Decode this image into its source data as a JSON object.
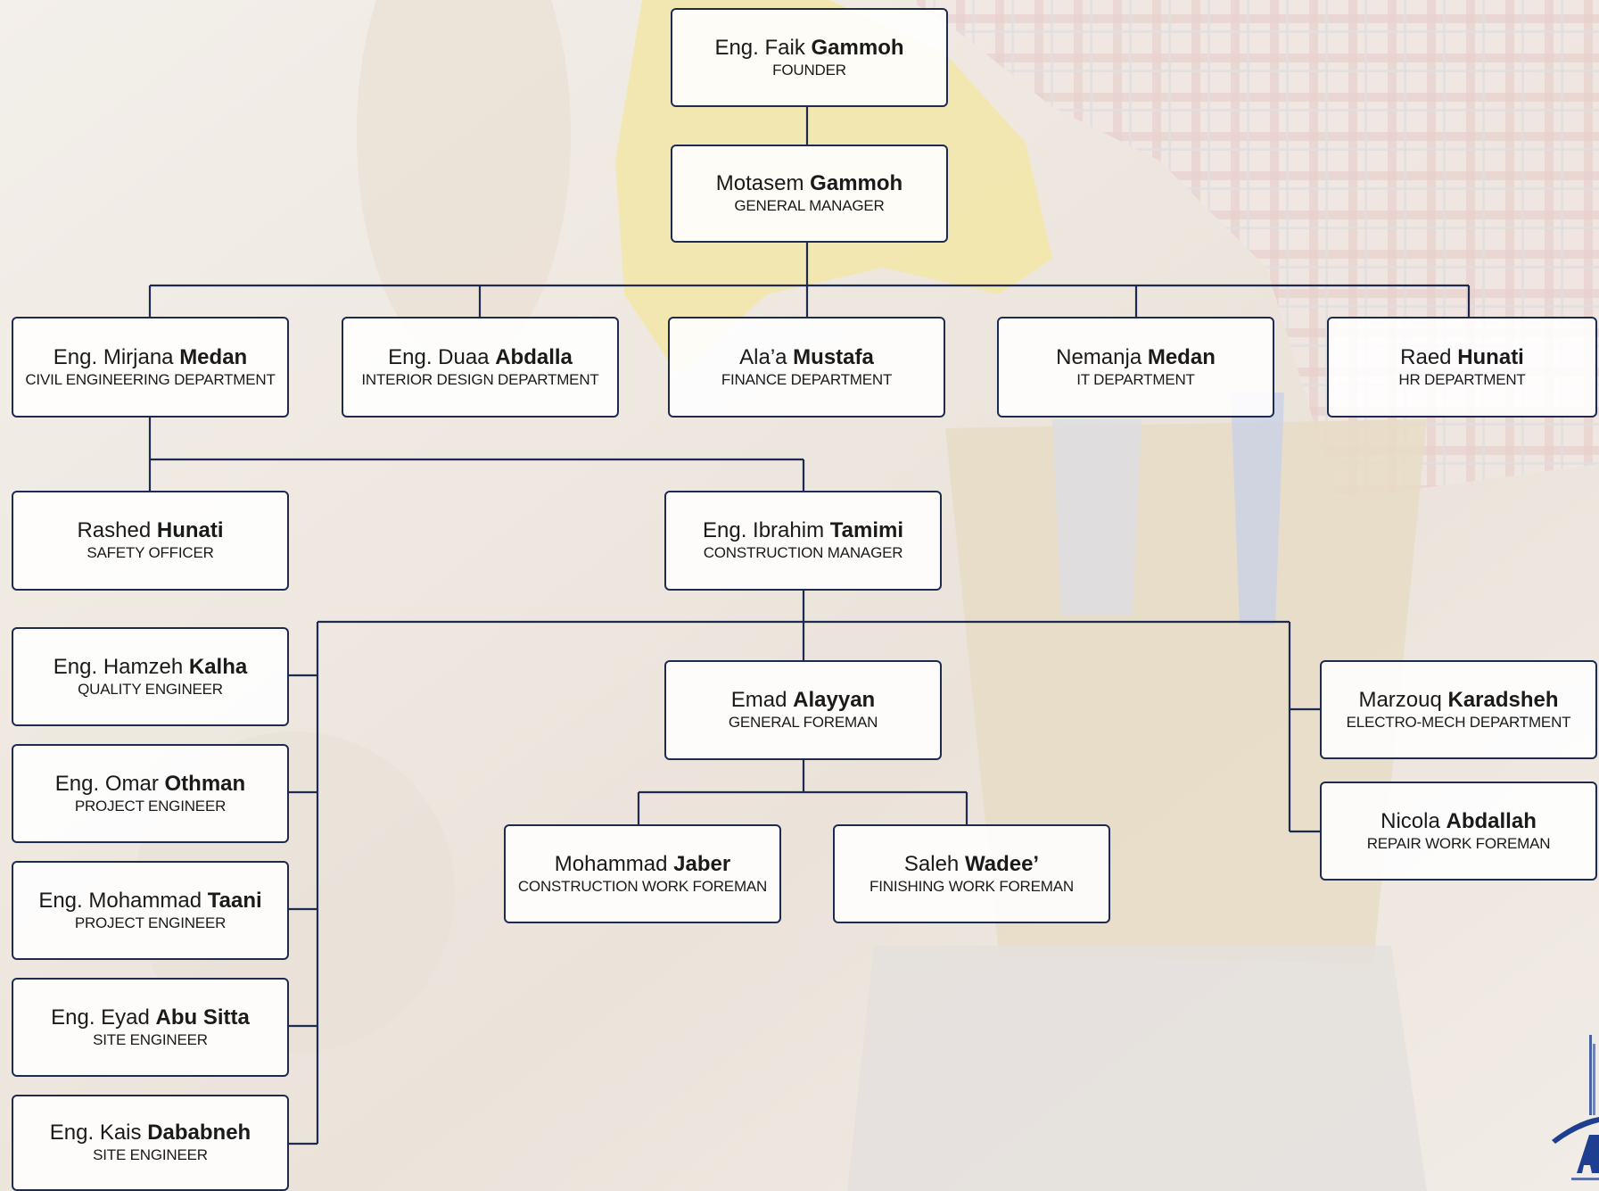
{
  "colors": {
    "line": "#1d2a52",
    "box_border": "#1d2a52",
    "logo": "#1e3f8f"
  },
  "nodes": {
    "founder": {
      "first": "Eng. Faik",
      "last": "Gammoh",
      "role": "FOUNDER"
    },
    "gm": {
      "first": "Motasem",
      "last": "Gammoh",
      "role": "GENERAL MANAGER"
    },
    "civil": {
      "first": "Eng. Mirjana",
      "last": "Medan",
      "role": "CIVIL ENGINEERING DEPARTMENT"
    },
    "interior": {
      "first": "Eng. Duaa",
      "last": "Abdalla",
      "role": "INTERIOR DESIGN DEPARTMENT"
    },
    "finance": {
      "first": "Ala’a",
      "last": "Mustafa",
      "role": "FINANCE DEPARTMENT"
    },
    "it": {
      "first": "Nemanja",
      "last": "Medan",
      "role": "IT DEPARTMENT"
    },
    "hr": {
      "first": "Raed",
      "last": "Hunati",
      "role": "HR DEPARTMENT"
    },
    "safety": {
      "first": "Rashed",
      "last": "Hunati",
      "role": "SAFETY OFFICER"
    },
    "construction_manager": {
      "first": "Eng. Ibrahim",
      "last": "Tamimi",
      "role": "CONSTRUCTION MANAGER"
    },
    "quality": {
      "first": "Eng. Hamzeh",
      "last": "Kalha",
      "role": "QUALITY ENGINEER"
    },
    "project1": {
      "first": "Eng. Omar",
      "last": "Othman",
      "role": "PROJECT ENGINEER"
    },
    "project2": {
      "first": "Eng. Mohammad",
      "last": "Taani",
      "role": "PROJECT ENGINEER"
    },
    "site1": {
      "first": "Eng. Eyad",
      "last": "Abu Sitta",
      "role": "SITE ENGINEER"
    },
    "site2": {
      "first": "Eng. Kais",
      "last": "Dababneh",
      "role": "SITE ENGINEER"
    },
    "general_foreman": {
      "first": "Emad",
      "last": "Alayyan",
      "role": "GENERAL FOREMAN"
    },
    "construction_foreman": {
      "first": "Mohammad",
      "last": "Jaber",
      "role": "CONSTRUCTION WORK FOREMAN"
    },
    "finishing_foreman": {
      "first": "Saleh",
      "last": "Wadee’",
      "role": "FINISHING WORK FOREMAN"
    },
    "electro": {
      "first": "Marzouq",
      "last": "Karadsheh",
      "role": "ELECTRO-MECH DEPARTMENT"
    },
    "repair": {
      "first": "Nicola",
      "last": "Abdallah",
      "role": "REPAIR WORK FOREMAN"
    }
  }
}
